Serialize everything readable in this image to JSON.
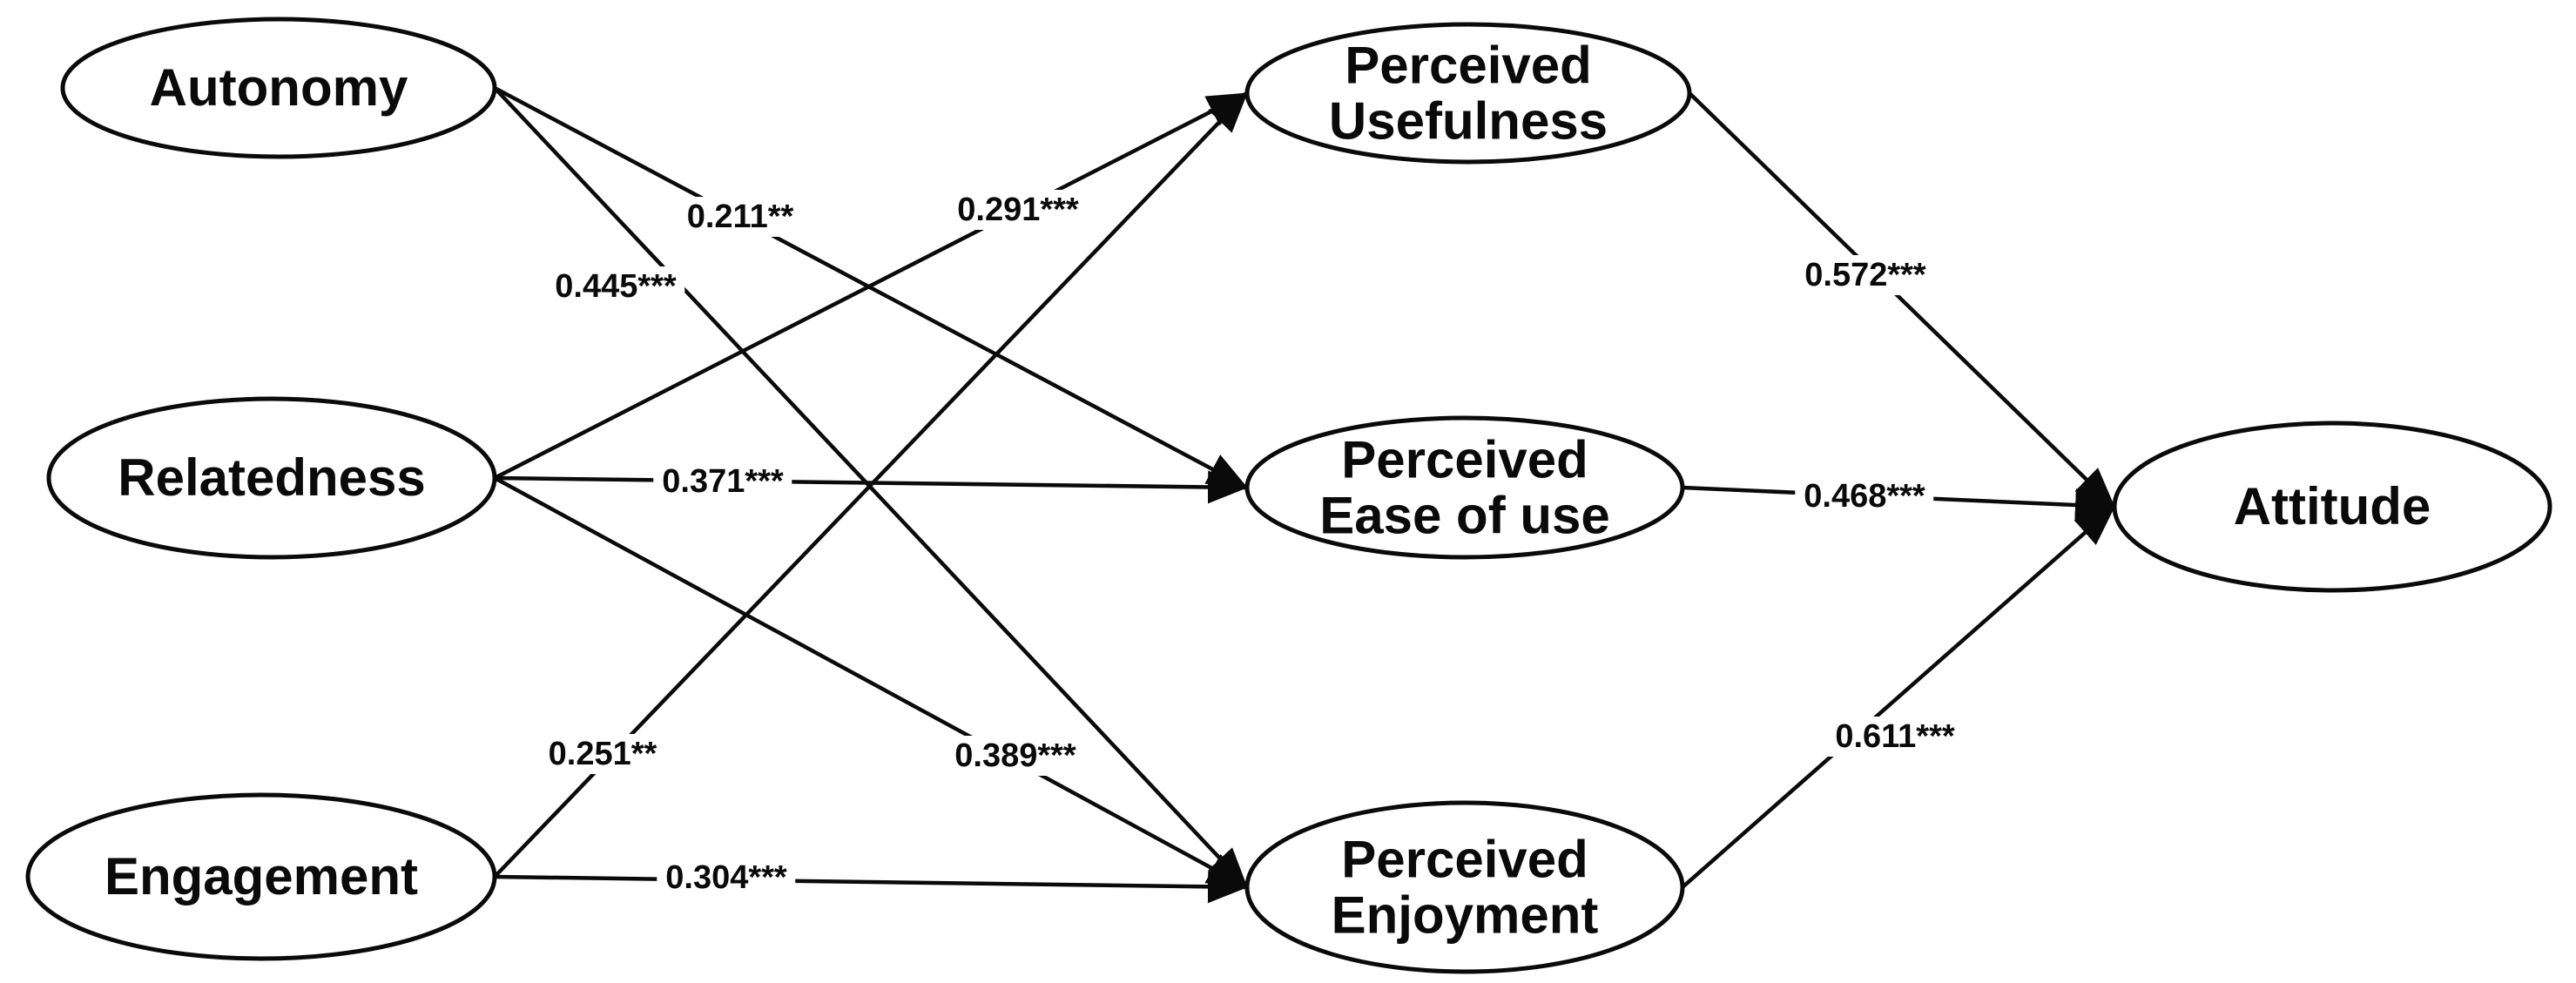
{
  "diagram": {
    "kind": "structural-path-model",
    "colors": {
      "stroke": "#0a0a0a",
      "background": "#ffffff",
      "text": "#0a0a0a"
    },
    "nodes": [
      {
        "id": "autonomy",
        "label": "Autonomy"
      },
      {
        "id": "relatedness",
        "label": "Relatedness"
      },
      {
        "id": "engagement",
        "label": "Engagement"
      },
      {
        "id": "perceived-usefulness",
        "label": "Perceived Usefulness",
        "line1": "Perceived",
        "line2": "Usefulness"
      },
      {
        "id": "perceived-ease-of-use",
        "label": "Perceived Ease of use",
        "line1": "Perceived",
        "line2": "Ease of use"
      },
      {
        "id": "perceived-enjoyment",
        "label": "Perceived Enjoyment",
        "line1": "Perceived",
        "line2": "Enjoyment"
      },
      {
        "id": "attitude",
        "label": "Attitude"
      }
    ],
    "edges": [
      {
        "from": "autonomy",
        "to": "perceived-ease-of-use",
        "label": "0.211**"
      },
      {
        "from": "autonomy",
        "to": "perceived-enjoyment",
        "label": "0.445***"
      },
      {
        "from": "relatedness",
        "to": "perceived-usefulness",
        "label": "0.291***"
      },
      {
        "from": "relatedness",
        "to": "perceived-ease-of-use",
        "label": "0.371***"
      },
      {
        "from": "relatedness",
        "to": "perceived-enjoyment",
        "label": "0.389***"
      },
      {
        "from": "engagement",
        "to": "perceived-usefulness",
        "label": "0.251**"
      },
      {
        "from": "engagement",
        "to": "perceived-enjoyment",
        "label": "0.304***"
      },
      {
        "from": "perceived-usefulness",
        "to": "attitude",
        "label": "0.572***"
      },
      {
        "from": "perceived-ease-of-use",
        "to": "attitude",
        "label": "0.468***"
      },
      {
        "from": "perceived-enjoyment",
        "to": "attitude",
        "label": "0.611***"
      }
    ]
  }
}
